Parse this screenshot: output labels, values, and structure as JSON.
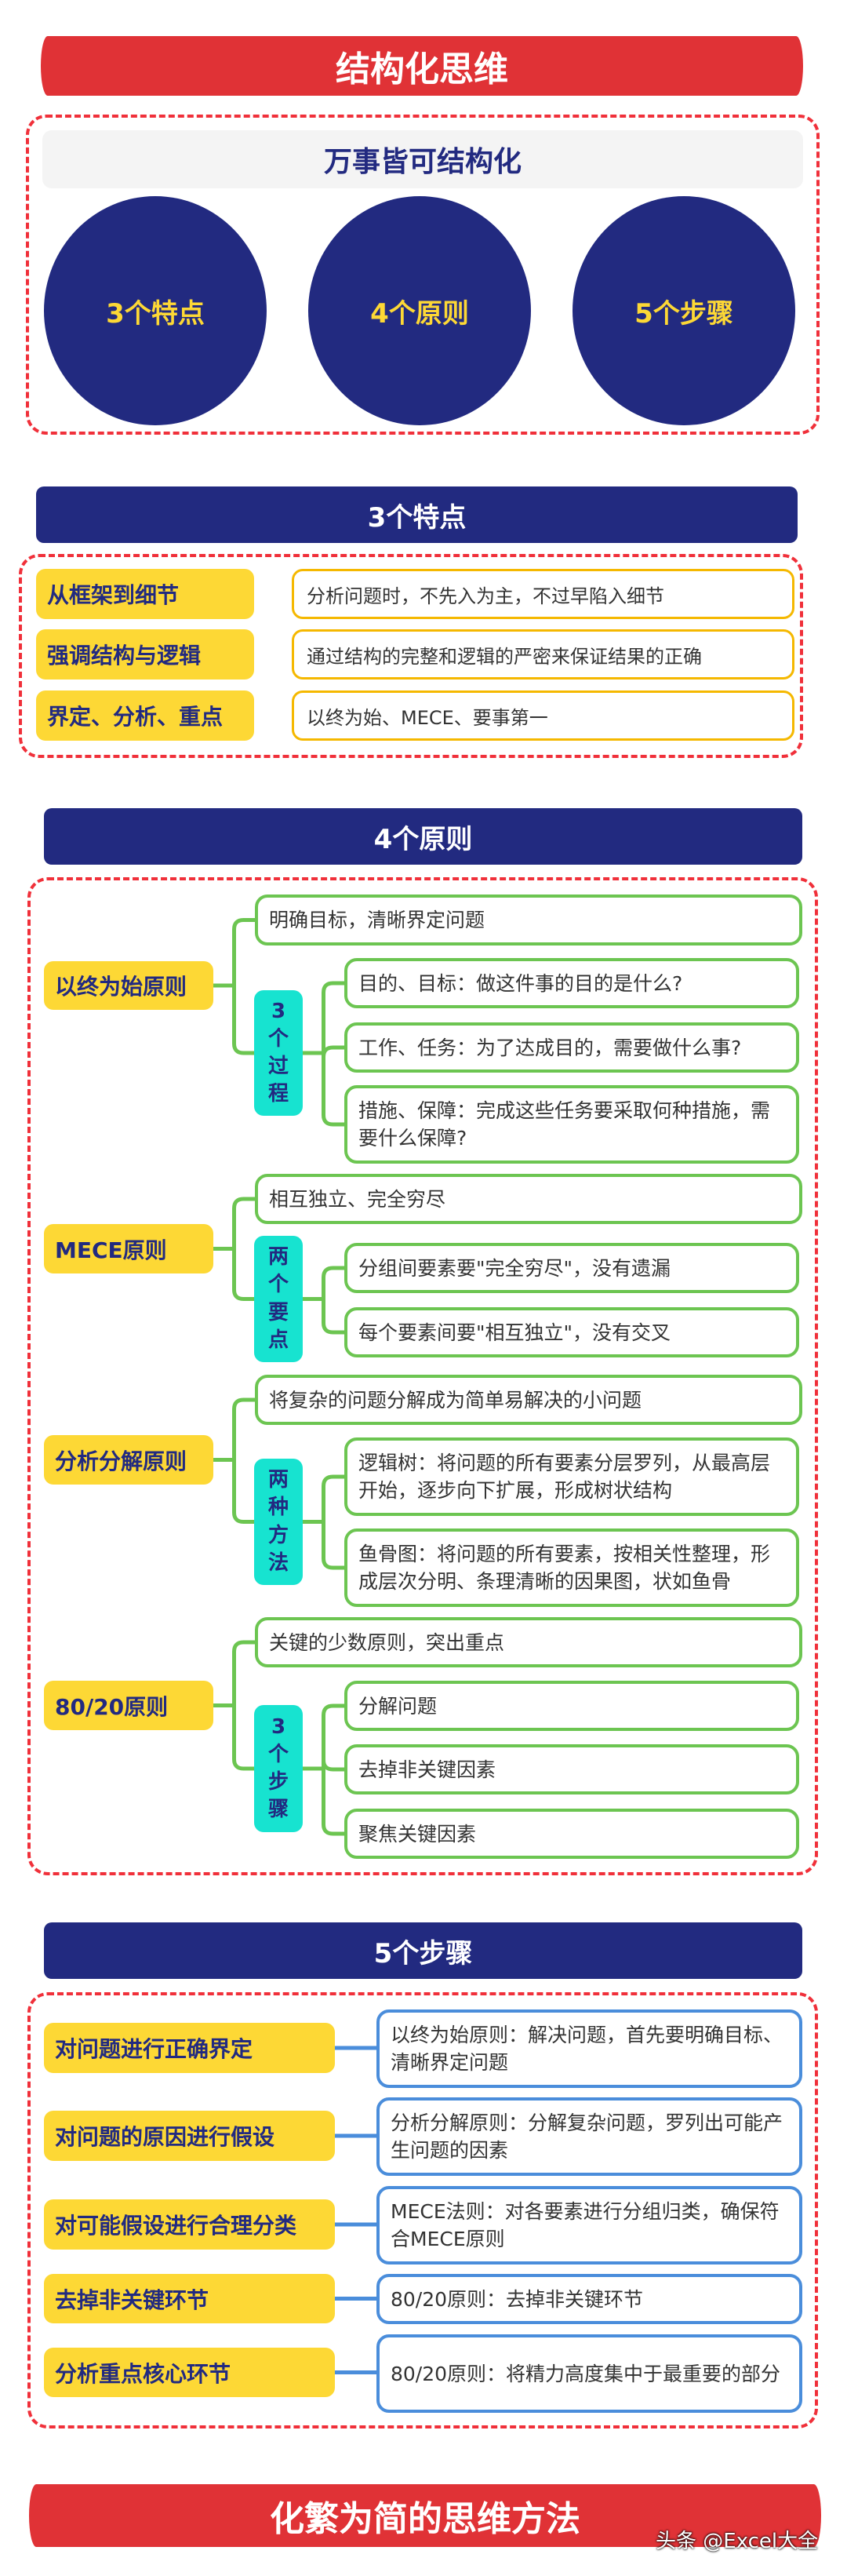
{
  "title": "结构化思维",
  "overview": {
    "heading": "万事皆可结构化",
    "circles": [
      "3个特点",
      "4个原则",
      "5个步骤"
    ]
  },
  "features": {
    "header": "3个特点",
    "rows": [
      {
        "label": "从框架到细节",
        "text": "分析问题时，不先入为主，不过早陷入细节"
      },
      {
        "label": "强调结构与逻辑",
        "text": "通过结构的完整和逻辑的严密来保证结果的正确"
      },
      {
        "label": "界定、分析、重点",
        "text": "以终为始、MECE、要事第一"
      }
    ]
  },
  "principles": {
    "header": "4个原则",
    "items": [
      {
        "label": "以终为始原则",
        "summary": "明确目标，清晰界定问题",
        "group": [
          "3",
          "个",
          "过",
          "程"
        ],
        "subs": [
          "目的、目标：做这件事的目的是什么?",
          "工作、任务：为了达成目的，需要做什么事?",
          "措施、保障：完成这些任务要采取何种措施，需要什么保障?"
        ]
      },
      {
        "label": "MECE原则",
        "summary": "相互独立、完全穷尽",
        "group": [
          "两",
          "个",
          "要",
          "点"
        ],
        "subs": [
          "分组间要素要\"完全穷尽\"，没有遗漏",
          "每个要素间要\"相互独立\"，没有交叉"
        ]
      },
      {
        "label": "分析分解原则",
        "summary": "将复杂的问题分解成为简单易解决的小问题",
        "group": [
          "两",
          "种",
          "方",
          "法"
        ],
        "subs": [
          "逻辑树：将问题的所有要素分层罗列，从最高层开始，逐步向下扩展，形成树状结构",
          "鱼骨图：将问题的所有要素，按相关性整理，形成层次分明、条理清晰的因果图，状如鱼骨"
        ]
      },
      {
        "label": "80/20原则",
        "summary": "关键的少数原则，突出重点",
        "group": [
          "3",
          "个",
          "步",
          "骤"
        ],
        "subs": [
          "分解问题",
          "去掉非关键因素",
          "聚焦关键因素"
        ]
      }
    ]
  },
  "steps": {
    "header": "5个步骤",
    "rows": [
      {
        "label": "对问题进行正确界定",
        "text": "以终为始原则：解决问题，首先要明确目标、清晰界定问题"
      },
      {
        "label": "对问题的原因进行假设",
        "text": "分析分解原则：分解复杂问题，罗列出可能产生问题的因素"
      },
      {
        "label": "对可能假设进行合理分类",
        "text": "MECE法则：对各要素进行分组归类，确保符合MECE原则"
      },
      {
        "label": "去掉非关键环节",
        "text": "80/20原则：去掉非关键环节"
      },
      {
        "label": "分析重点核心环节",
        "text": "80/20原则：将精力高度集中于最重要的部分"
      }
    ]
  },
  "footer": {
    "title": "化繁为简的思维方法",
    "watermark": "头条 @Excel大全"
  },
  "colors": {
    "red": "#e03236",
    "navy": "#222a80",
    "yellow": "#fdd835",
    "teal": "#17e3d0",
    "green": "#6cc551",
    "blue": "#4a8ddb"
  }
}
